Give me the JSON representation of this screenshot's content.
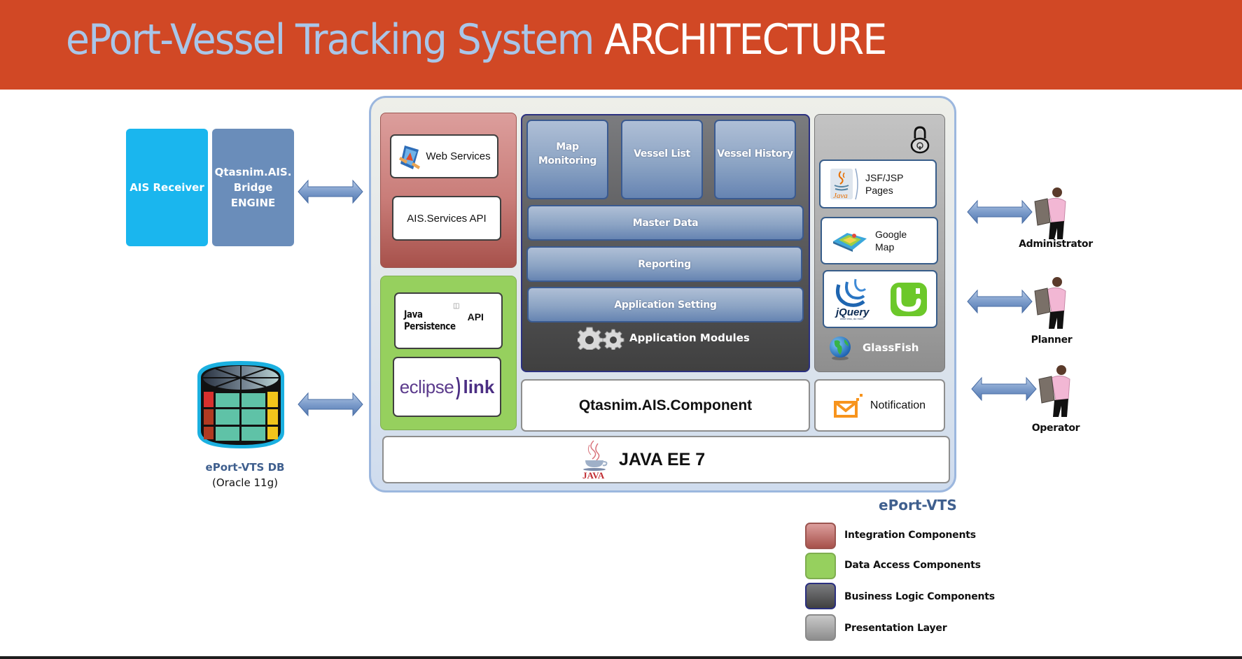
{
  "header": {
    "title_main": "ePort-Vessel Tracking System",
    "title_accent": "ARCHITECTURE",
    "background_color": "#D14825",
    "title_main_color": "#A9C6E9",
    "title_accent_color": "#FFFFFF"
  },
  "external": {
    "ais_receiver": "AIS Receiver",
    "bridge_engine": [
      "Qtasnim.AIS.",
      "Bridge",
      "ENGINE"
    ],
    "database": {
      "name": "ePort-VTS DB",
      "engine": "(Oracle 11g)"
    }
  },
  "integration": {
    "web_services": "Web Services",
    "ais_services_api": "AIS.Services API"
  },
  "data_access": {
    "jpa_logo": [
      "Java",
      "Persistence"
    ],
    "jpa_api": "API",
    "eclipselink_left": "eclipse",
    "eclipselink_right": "link"
  },
  "business": {
    "modules_top": [
      {
        "label": [
          "Map",
          "Monitoring"
        ]
      },
      {
        "label": [
          "Vessel List"
        ]
      },
      {
        "label": [
          "Vessel History"
        ]
      }
    ],
    "master_data": "Master Data",
    "reporting": "Reporting",
    "application_setting": "Application Setting",
    "caption": "Application Modules"
  },
  "presentation": {
    "jsf": [
      "JSF/JSP",
      "Pages"
    ],
    "java_logo_text": "Java",
    "google_map": [
      "Google",
      "Map"
    ],
    "jquery_logo_text": "jQuery",
    "server": "GlassFish"
  },
  "core": {
    "component": "Qtasnim.AIS.Component",
    "notification": "Notification",
    "platform": "JAVA EE 7",
    "platform_logo_text": "JAVA"
  },
  "users": [
    {
      "role": "Administrator"
    },
    {
      "role": "Planner"
    },
    {
      "role": "Operator"
    }
  ],
  "legend": {
    "title": "ePort-VTS",
    "items": [
      {
        "label": "Integration Components",
        "color": "#C97D79"
      },
      {
        "label": "Data Access Components",
        "color": "#96D05E"
      },
      {
        "label": "Business Logic Components",
        "color": "#555555"
      },
      {
        "label": "Presentation Layer",
        "color": "#AEAEAE"
      }
    ]
  }
}
